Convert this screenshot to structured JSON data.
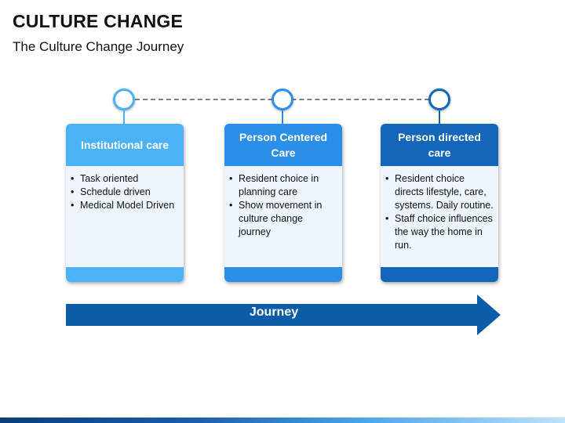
{
  "header": {
    "title": "CULTURE CHANGE",
    "subtitle": "The Culture Change Journey"
  },
  "colors": {
    "light": "#4ab2f5",
    "medium": "#2b8ee8",
    "dark": "#1467b8",
    "arrow": "#0d5ca8",
    "card_body": "#eef6fd"
  },
  "cards": [
    {
      "title": "Institutional care",
      "bullets": [
        "Task oriented",
        "Schedule driven",
        "Medical Model Driven"
      ]
    },
    {
      "title": "Person Centered Care",
      "bullets": [
        "Resident choice in planning care",
        "Show movement in culture change journey"
      ]
    },
    {
      "title": "Person directed care",
      "bullets": [
        "Resident choice directs lifestyle, care, systems. Daily routine.",
        "Staff choice influences the way the home in run."
      ]
    }
  ],
  "journey": {
    "label": "Journey"
  }
}
